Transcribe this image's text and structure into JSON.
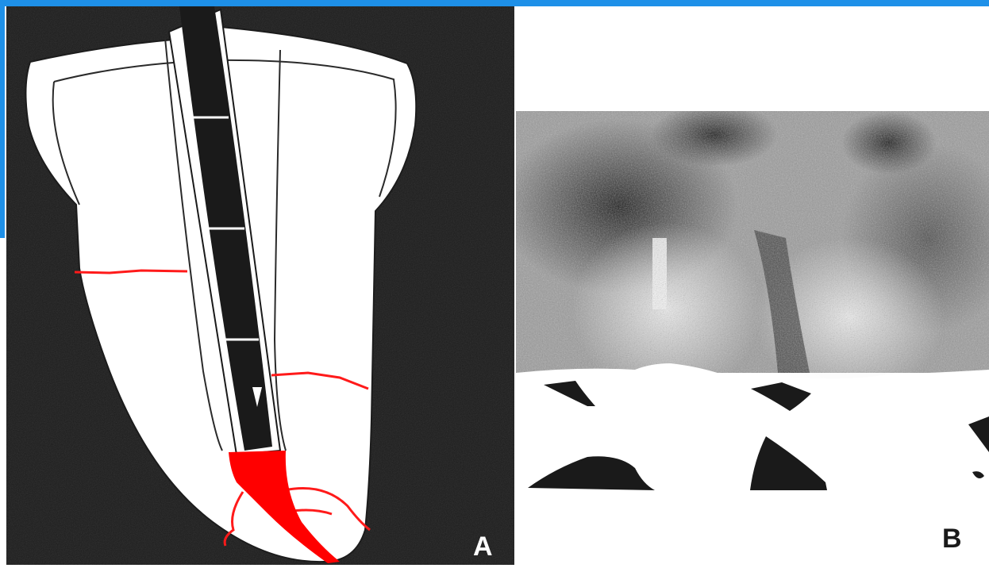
{
  "figure": {
    "panels": [
      {
        "id": "A",
        "label": "A",
        "content": "tooth-cross-section-illustration"
      },
      {
        "id": "B",
        "label": "B",
        "content": "dental-radiograph"
      }
    ]
  },
  "colors": {
    "accent_bar": "#1e90e8",
    "panel_a_background": "#1c1c1c",
    "tooth_fill": "#ffffff",
    "canal_outline": "#2a2a2a",
    "instrument": "#1a1a1a",
    "fracture_lines": "#ff0000",
    "label_a": "#ffffff",
    "label_b": "#1a1a1a"
  }
}
